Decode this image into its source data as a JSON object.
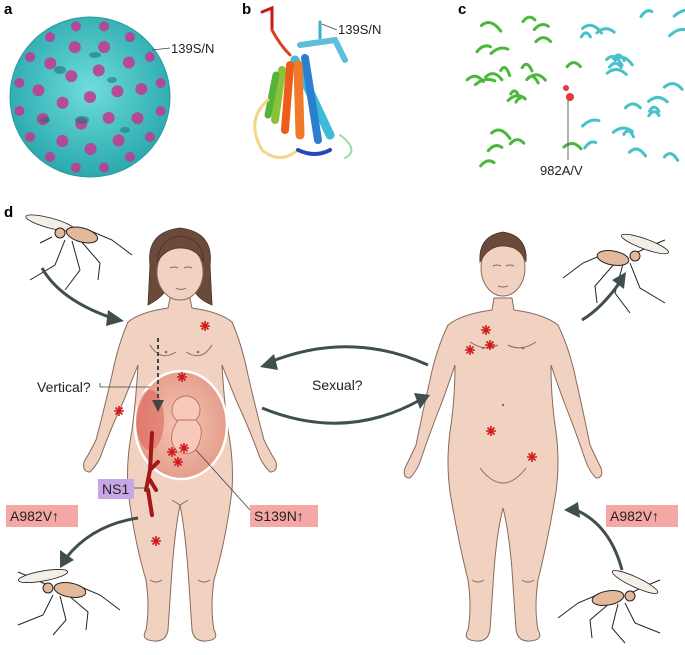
{
  "panels": {
    "a": {
      "letter": "a",
      "label": "139S/N"
    },
    "b": {
      "letter": "b",
      "label": "139S/N"
    },
    "c": {
      "letter": "c",
      "label": "982A/V"
    },
    "d": {
      "letter": "d"
    }
  },
  "routes": {
    "vertical": "Vertical?",
    "sexual": "Sexual?"
  },
  "tags": {
    "ns1": "NS1",
    "s139n": "S139N↑",
    "a982v_left": "A982V↑",
    "a982v_right": "A982V↑"
  },
  "colors": {
    "virion_surface": "#40c4c4",
    "virion_spikes": "#c5368f",
    "tag_red": "#f4a7a3",
    "tag_purple": "#c9a7e6",
    "rash": "#d01c1c",
    "skin": "#f1d1c0",
    "arrows": "#3f4f4f"
  }
}
